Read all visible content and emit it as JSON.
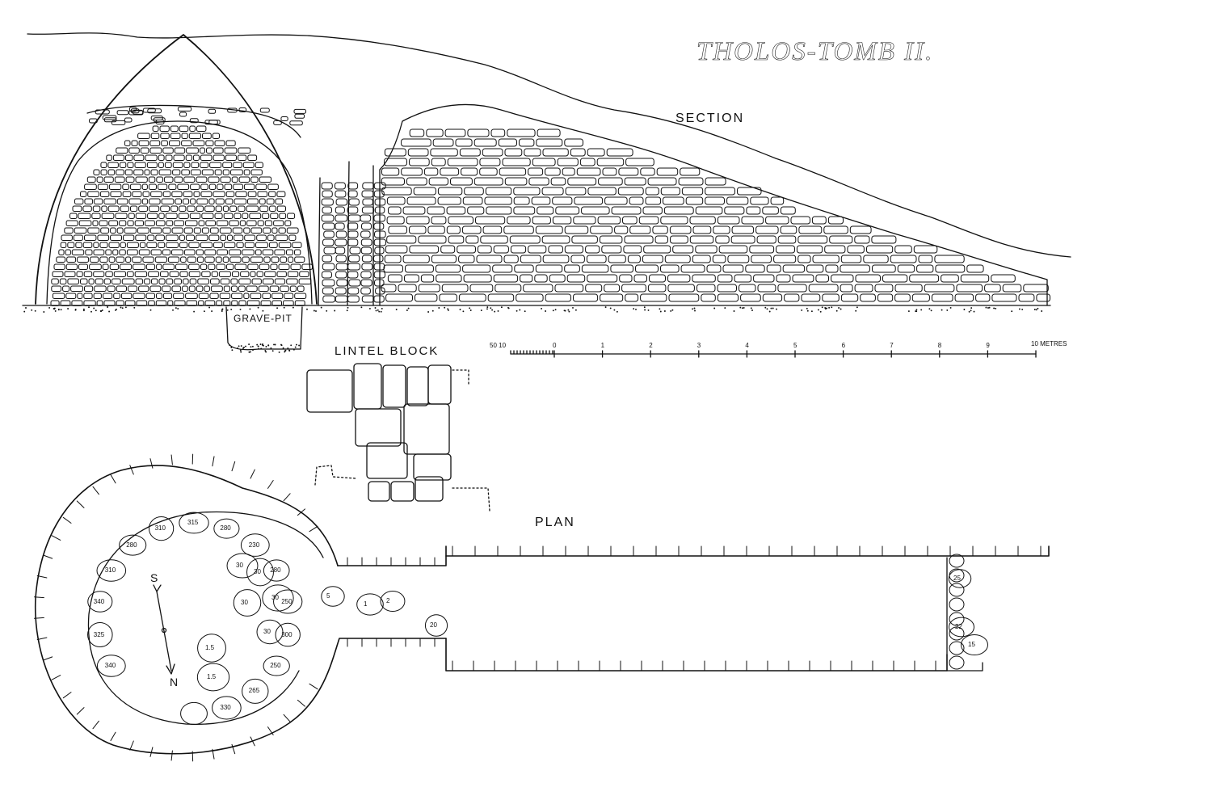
{
  "title": "THOLOS-TOMB II.",
  "labels": {
    "section": "SECTION",
    "grave_pit": "GRAVE-PIT",
    "lintel_block": "LINTEL BLOCK",
    "plan": "PLAN",
    "compass_s": "S",
    "compass_n": "N"
  },
  "scale": {
    "left_label": "50 10",
    "ticks": [
      "0",
      "1",
      "2",
      "3",
      "4",
      "5",
      "6",
      "7",
      "8",
      "9"
    ],
    "end_label": "10 METRES"
  },
  "stone_numbers": {
    "chamber": [
      "340",
      "325",
      "340",
      "310",
      "280",
      "310",
      "315",
      "280",
      "230",
      "280",
      "250",
      "300",
      "250",
      "265",
      "330"
    ],
    "central": [
      "1.5",
      "1.5",
      "30",
      "30",
      "30",
      "30",
      "30"
    ],
    "dromos": [
      "5",
      "1",
      "2",
      "20",
      "25",
      "22",
      "15"
    ]
  },
  "colors": {
    "ink": "#111111",
    "background": "#ffffff"
  }
}
